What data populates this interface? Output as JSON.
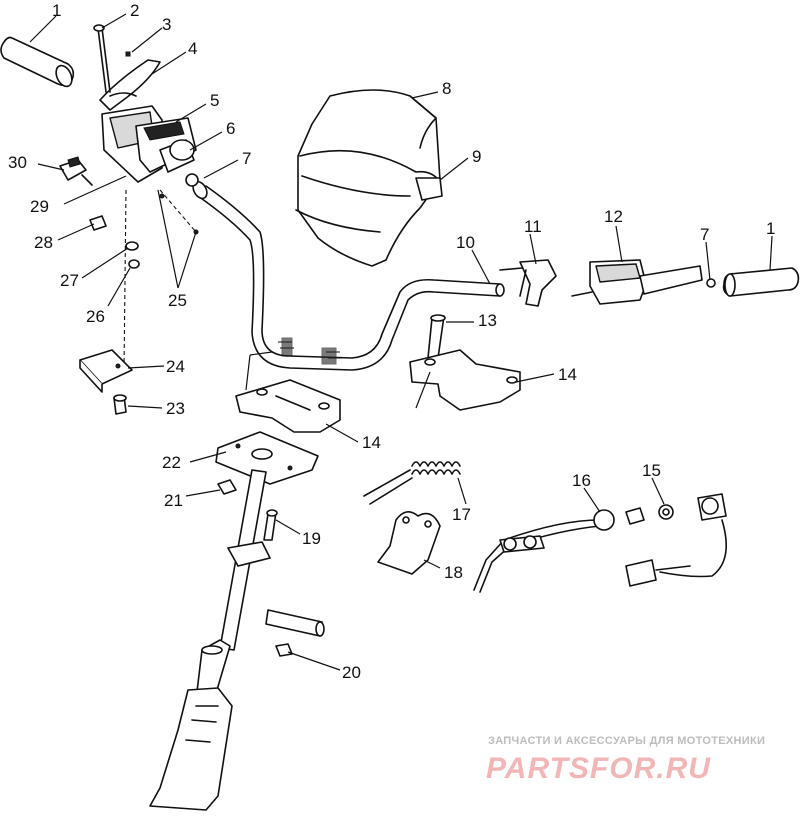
{
  "callouts": {
    "c1a": "1",
    "c2": "2",
    "c3": "3",
    "c4": "4",
    "c5": "5",
    "c6": "6",
    "c7a": "7",
    "c8": "8",
    "c9": "9",
    "c10": "10",
    "c11": "11",
    "c12": "12",
    "c7b": "7",
    "c1b": "1",
    "c13": "13",
    "c14a": "14",
    "c14b": "14",
    "c16": "16",
    "c15": "15",
    "c17": "17",
    "c18": "18",
    "c19": "19",
    "c20": "20",
    "c21": "21",
    "c22": "22",
    "c23": "23",
    "c24": "24",
    "c25": "25",
    "c26": "26",
    "c27": "27",
    "c28": "28",
    "c29": "29",
    "c30": "30"
  },
  "watermark": {
    "tagline": "ЗАПЧАСТИ И АКСЕССУАРЫ ДЛЯ МОТОТЕХНИКИ",
    "brand": "PARTSFOR.RU"
  }
}
